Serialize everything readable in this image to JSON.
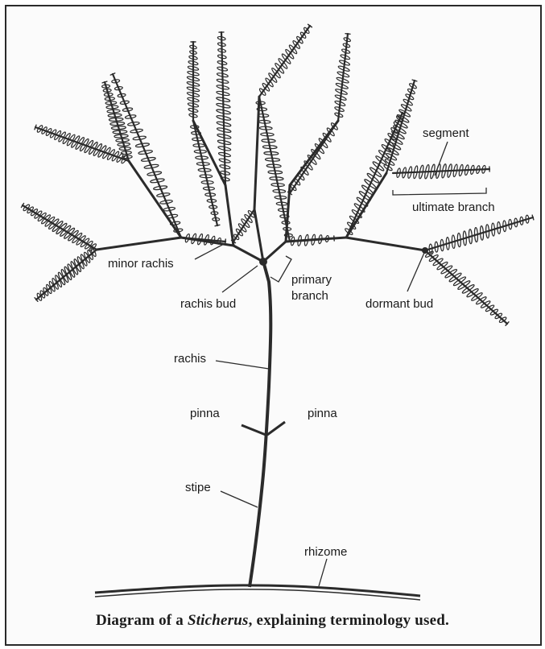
{
  "labels": {
    "segment": "segment",
    "ultimate_branch": "ultimate branch",
    "minor_rachis": "minor rachis",
    "primary_branch_line1": "primary",
    "primary_branch_line2": "branch",
    "rachis_bud": "rachis bud",
    "dormant_bud": "dormant bud",
    "rachis": "rachis",
    "pinna_left": "pinna",
    "pinna_right": "pinna",
    "stipe": "stipe",
    "rhizome": "rhizome"
  },
  "caption": {
    "prefix": "Diagram of a ",
    "genus": "Sticherus",
    "suffix": ", explaining terminology used."
  },
  "colors": {
    "ink": "#1a1a1a",
    "stroke": "#2b2b2b",
    "background": "#fbfbfb"
  }
}
